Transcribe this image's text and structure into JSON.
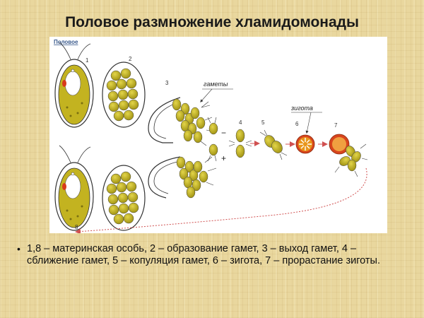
{
  "title": "Половое размножение хламидомонады",
  "figure": {
    "corner_label": "Половое",
    "stage_numbers": [
      "1",
      "2",
      "3",
      "4",
      "5",
      "6",
      "7",
      "8"
    ],
    "label_gametes": "гаметы",
    "label_zygote": "зигота",
    "sign_minus": "−",
    "sign_plus": "+"
  },
  "caption": "1,8 – материнская особь, 2 – образование гамет, 3 – выход гамет, 4 – сближение гамет, 5 – копуляция гамет, 6 – зигота, 7 – прорастание зиготы.",
  "colors": {
    "cell_fill": "#c3b320",
    "gamete_fill": "#bcae1a",
    "outline": "#333333",
    "eyespot": "#d83a1a",
    "zygote_core": "#e9961b",
    "zygote_spikes": "#d8451d",
    "arrow": "#d05050",
    "corner_label": "#3a5a8c"
  }
}
